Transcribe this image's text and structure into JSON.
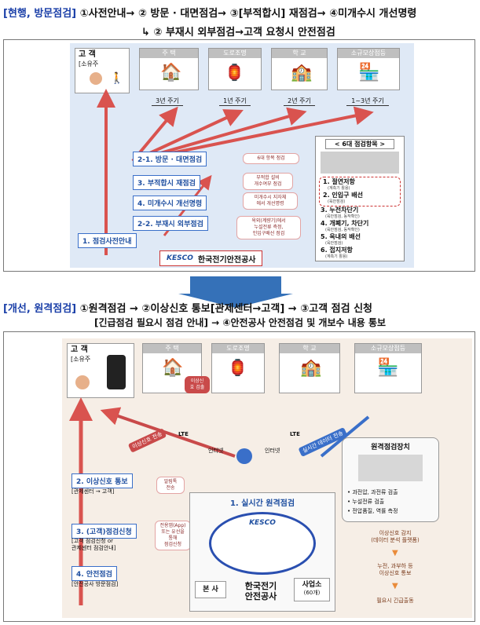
{
  "top": {
    "tag": "[현행, 방문점검]",
    "line1_rest": " ①사전안내→ ② 방문 · 대면점검→ ③[부적합시] 재점검→ ④미개수시 개선명령",
    "line2": "↳ ② 부재시 외부점검→고객 요청시 안전점검",
    "customer": "고 객",
    "owner": "[소유주",
    "buildings": [
      "주 택",
      "도로조명",
      "학 교",
      "소규모상점등"
    ],
    "cycles": [
      "3년 주기",
      "1년 주기",
      "2년 주기",
      "1~3년 주기"
    ],
    "steps": [
      "2-1. 방문 · 대면점검",
      "3. 부적합시 재점검",
      "4. 미개수시 개선명령",
      "2-2. 부재시 외부점검",
      "1. 점검사전안내"
    ],
    "notes": [
      "6대 항목 점검",
      "부적합 설비\n개수여부 점검",
      "미개수시 지자체\n에서 개선명령",
      "옥외(계량기)에서\n누설전류 측정,\n인입구배선 점검"
    ],
    "six_title": "< 6대 점검항목 >",
    "six_items": [
      {
        "t": "1. 절연저항",
        "s": "(계측기 활용)"
      },
      {
        "t": "2. 인입구 배선",
        "s": "(육안점검)"
      },
      {
        "t": "3. 누전차단기",
        "s": "(육안점검, 동작확인)"
      },
      {
        "t": "4. 개폐기, 차단기",
        "s": "(육안점검, 동작확인)"
      },
      {
        "t": "5. 옥내의 배선",
        "s": "(육안점검)"
      },
      {
        "t": "6. 접지저항",
        "s": "(계측기 활용)"
      }
    ],
    "kesco_logo": "KESCO",
    "kesco_name": "한국전기안전공사"
  },
  "bottom": {
    "tag": "[개선, 원격점검]",
    "line1_rest": " ①원격점검 → ②이상신호 통보[관제센터→고객] → ③고객 점검 신청",
    "line2": "[긴급점검 필요시 점검 안내] → ④안전공사 안전점검 및 개보수 내용 통보",
    "customer": "고 객",
    "owner": "[소유주",
    "buildings": [
      "주 택",
      "도로조명",
      "학 교",
      "소규모상점등"
    ],
    "alert_label": "이상신\n호 검출",
    "internet": [
      "인터넷",
      "인터넷"
    ],
    "lte": [
      "LTE",
      "LTE"
    ],
    "pills": [
      "이상신호 전송",
      "실시간 데이터 전송"
    ],
    "device_title": "원격점검장치",
    "device_items": [
      "• 과전압, 과전류 검출",
      "• 누설전류 검출",
      "• 전압품질, 역률 측정"
    ],
    "steps": [
      "2. 이상신호 통보",
      "3. (고객)점검신청",
      "4. 안전점검"
    ],
    "step_subs": [
      "[관제센터 → 고객]",
      "[고객 점검신청 or\n 관제센터 점검안내]",
      "[안전공사 방문점검]"
    ],
    "notes": [
      "알림톡\n전송",
      "전용앱(App)\n또는 유선을\n통해\n점검신청"
    ],
    "realtime": "1. 실시간 원격점검",
    "hq": "본 사",
    "org": "한국전기\n안전공사",
    "branch": "사업소",
    "branch_count": "(60개)",
    "flow": [
      "이상신호 감지\n(데이터 분석 플랫폼)",
      "누전, 과부하 등\n이상신호 통보",
      "필요시 긴급출동"
    ]
  }
}
